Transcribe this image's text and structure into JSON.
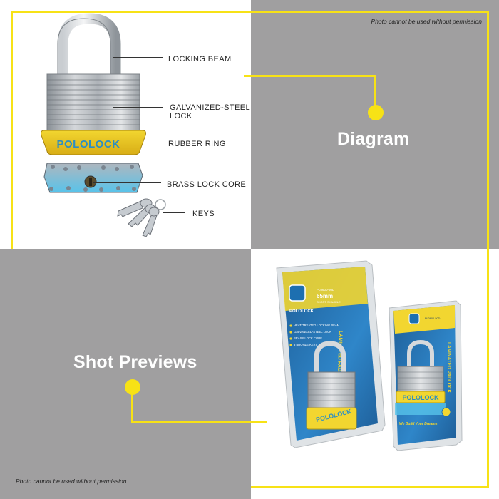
{
  "notices": {
    "top": "Photo cannot be used without permission",
    "bottom": "Photo cannot be used without permission"
  },
  "sections": {
    "diagram": "Diagram",
    "shot_previews": "Shot Previews"
  },
  "diagram_parts": {
    "locking_beam": "LOCKING BEAM",
    "galvanized_line1": "GALVANIZED-STEEL",
    "galvanized_line2": "LOCK",
    "rubber_ring": "RUBBER RING",
    "brass_lock_core": "BRASS LOCK CORE",
    "keys": "KEYS"
  },
  "lock_brand": "POLOLOCK",
  "package_left": {
    "brand": "POLOLOCK",
    "model": "PL0600-50D",
    "size": "65mm",
    "subtitle": "SHORT SHACKLE",
    "vertical_title": "LAMINATED PADLOCK",
    "features": [
      "HEAT-TREATED LOCKING BEAM",
      "GALVANIZED-STEEL LOCK",
      "BRASS LOCK CORE",
      "3 BRONZE KEYS"
    ],
    "lock_brand": "POLOLOCK"
  },
  "package_right": {
    "model": "PL0600-50D",
    "vertical_title": "LAMINATED PADLOCK",
    "lock_brand": "POLOLOCK",
    "slogan": "We Build Your Dreams"
  },
  "colors": {
    "accent_yellow": "#f7e216",
    "panel_gray": "#a09fa0",
    "lock_text_blue": "#2c8ec3",
    "package_blue": "#1d6fb0"
  }
}
